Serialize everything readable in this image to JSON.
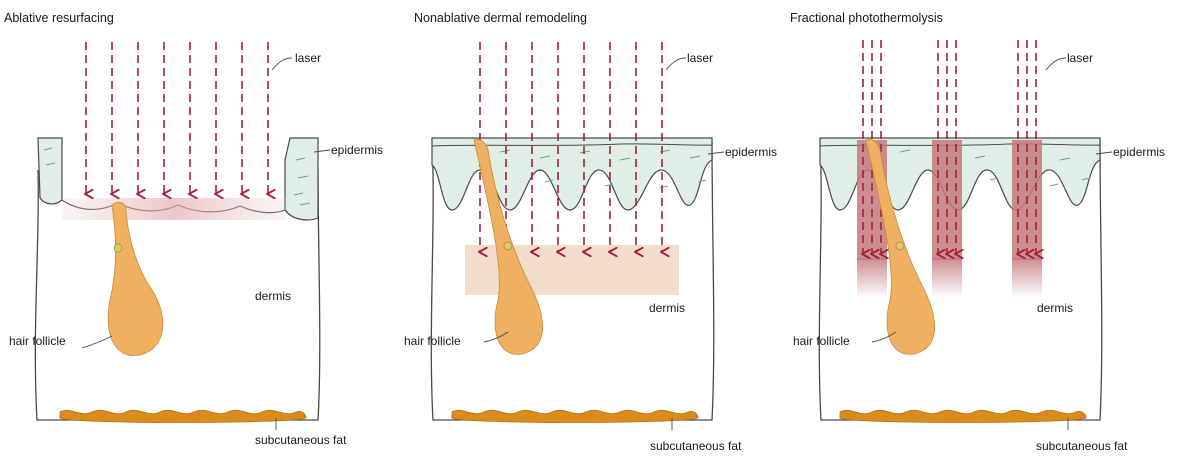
{
  "panels": [
    {
      "title": "Ablative resurfacing",
      "labels": {
        "laser": "laser",
        "epidermis": "epidermis",
        "dermis": "dermis",
        "hair_follicle": "hair follicle",
        "subcutaneous_fat": "subcutaneous fat"
      }
    },
    {
      "title": "Nonablative dermal remodeling",
      "labels": {
        "laser": "laser",
        "epidermis": "epidermis",
        "dermis": "dermis",
        "hair_follicle": "hair follicle",
        "subcutaneous_fat": "subcutaneous fat"
      }
    },
    {
      "title": "Fractional photothermolysis",
      "labels": {
        "laser": "laser",
        "epidermis": "epidermis",
        "dermis": "dermis",
        "hair_follicle": "hair follicle",
        "subcutaneous_fat": "subcutaneous fat"
      }
    }
  ],
  "colors": {
    "laser": "#a4203d",
    "follicle": "#f0b061",
    "fat": "#d98c1a",
    "epidermis_fill": "#dfeee6",
    "outline": "#4a4a4a",
    "heat_zone_diffuse": "#f2dccb",
    "heat_column": "#c4797b"
  }
}
